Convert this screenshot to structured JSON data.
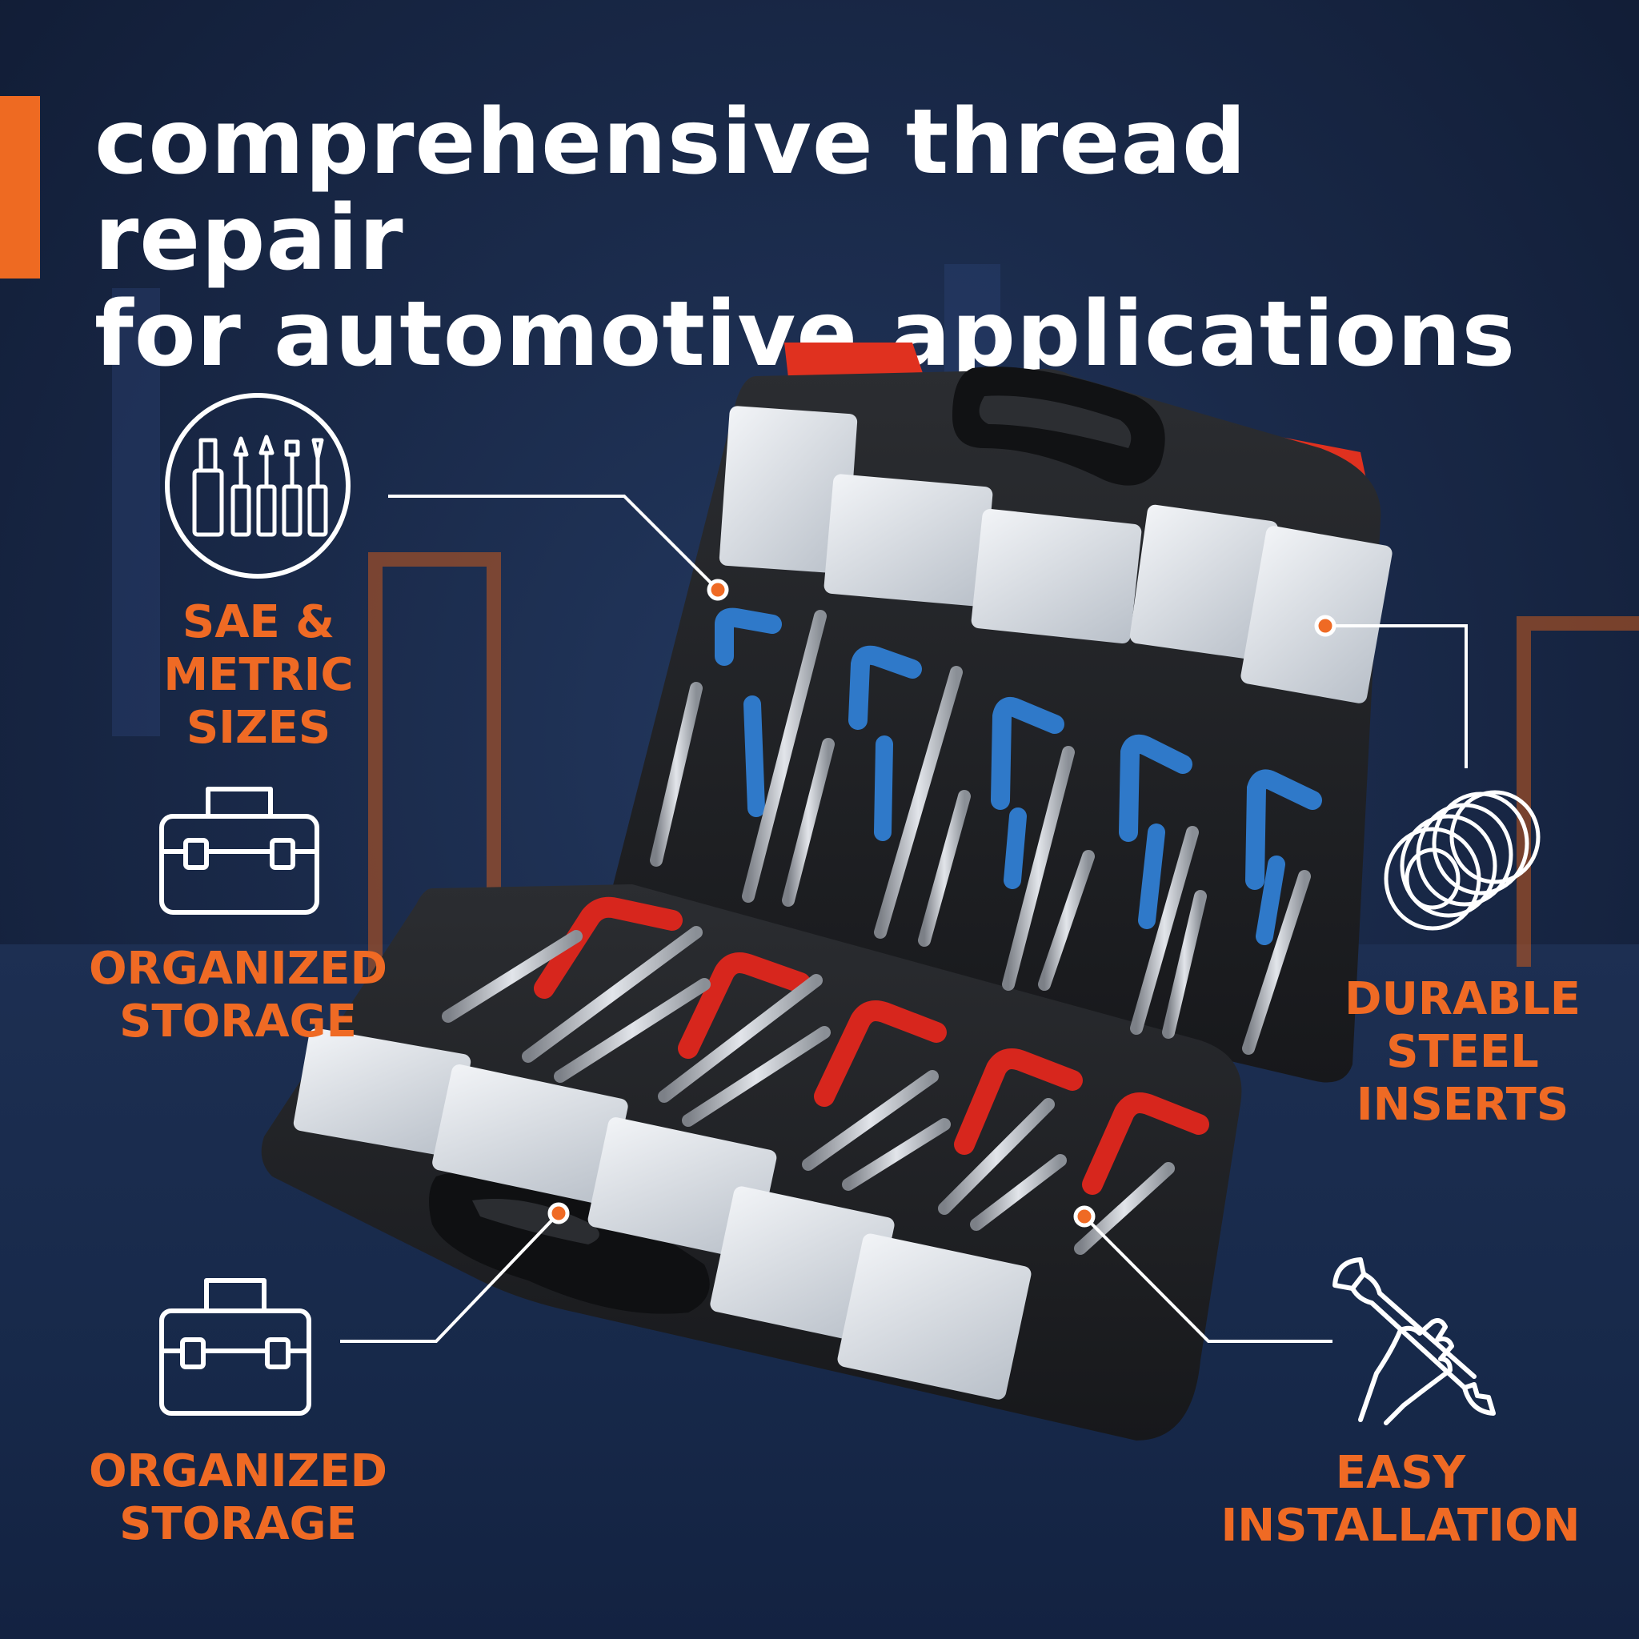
{
  "headline": {
    "line1": "comprehensive thread repair",
    "line2": "for automotive applications"
  },
  "features": [
    {
      "icon": "screwdriver-bits-icon",
      "line1": "SAE & METRIC",
      "line2": "SIZES"
    },
    {
      "icon": "toolbox-icon",
      "line1": "ORGANIZED",
      "line2": "STORAGE"
    },
    {
      "icon": "toolbox-icon",
      "line1": "ORGANIZED",
      "line2": "STORAGE"
    },
    {
      "icon": "coil-insert-icon",
      "line1": "DURABLE",
      "line2": "STEEL",
      "line3": "INSERTS"
    },
    {
      "icon": "hand-wrench-icon",
      "line1": "EASY",
      "line2": "INSTALLATION"
    }
  ],
  "colors": {
    "accent": "#ee6a22",
    "background": "#1a2a4a",
    "headline": "#ffffff"
  }
}
